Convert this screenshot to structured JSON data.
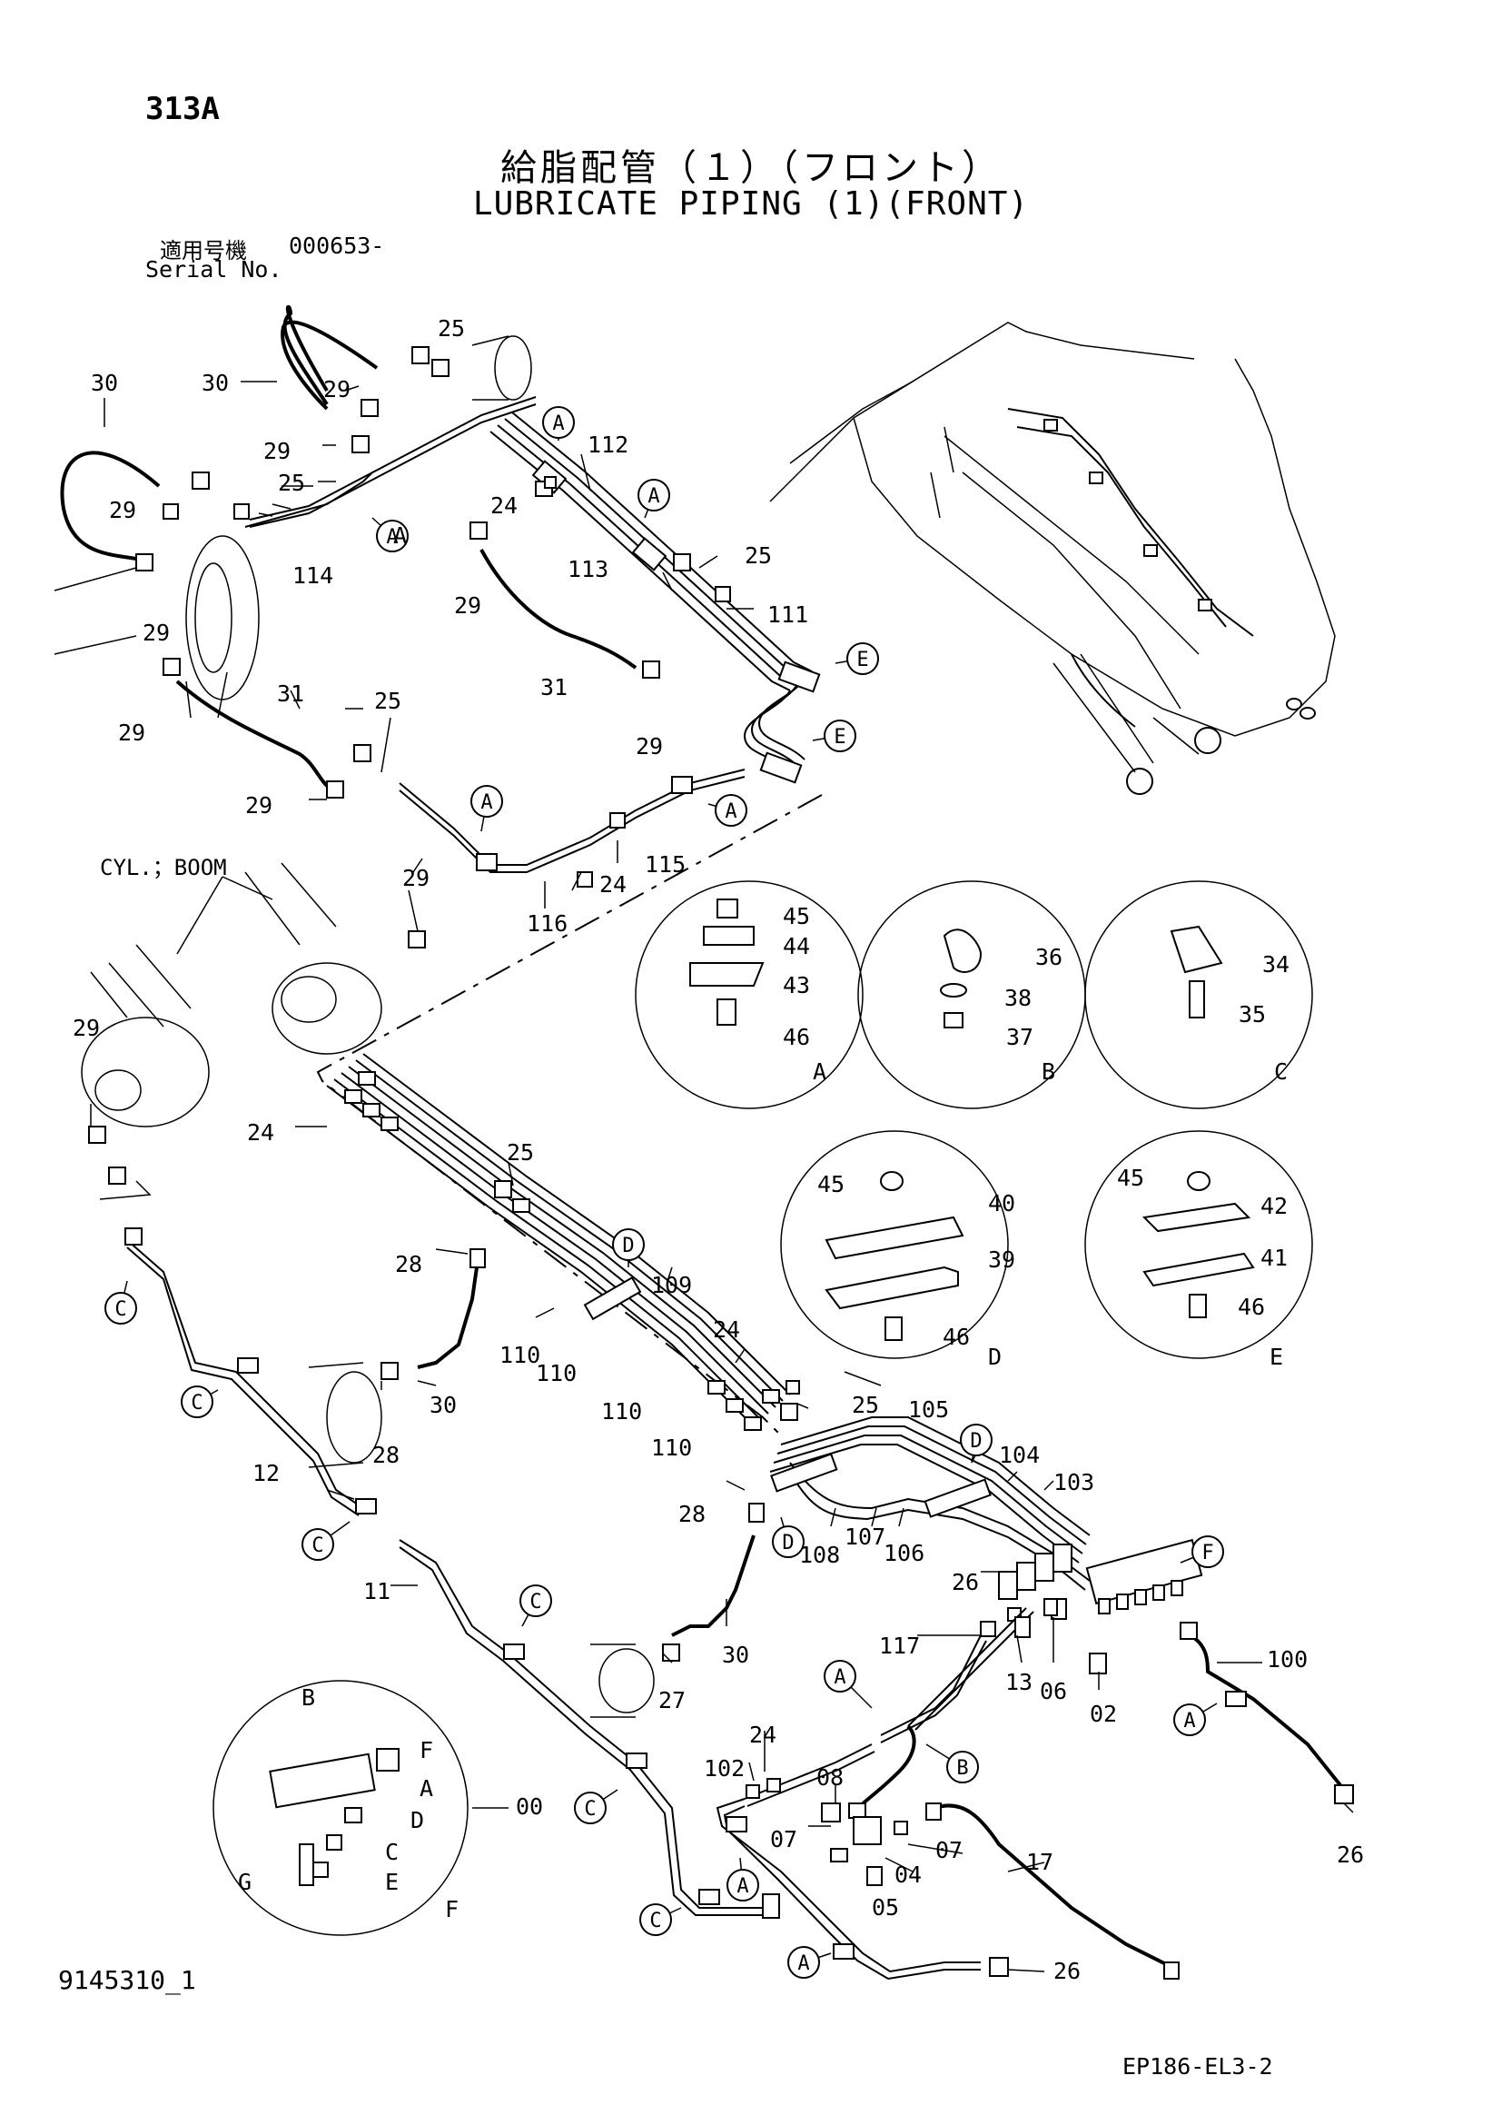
{
  "header": {
    "page_code": "313A",
    "title_jp": "給脂配管（１）（フロント）",
    "title_en": "LUBRICATE PIPING (1)(FRONT)",
    "serial_label_jp": "適用号機",
    "serial_value": "000653-",
    "serial_label_en": "Serial No."
  },
  "footer": {
    "doc_id": "9145310_1",
    "sheet_ref": "EP186-EL3-2"
  },
  "annotations": {
    "cyl_boom": "CYL.；BOOM"
  },
  "callouts": [
    {
      "id": "c1",
      "letter": "A"
    },
    {
      "id": "c2",
      "letter": "A"
    },
    {
      "id": "c3",
      "letter": "A"
    },
    {
      "id": "c4",
      "letter": "E"
    },
    {
      "id": "c5",
      "letter": "E"
    },
    {
      "id": "c6",
      "letter": "A"
    },
    {
      "id": "c7",
      "letter": "A"
    },
    {
      "id": "c8",
      "letter": "C"
    },
    {
      "id": "c9",
      "letter": "C"
    },
    {
      "id": "c10",
      "letter": "C"
    },
    {
      "id": "c11",
      "letter": "C"
    },
    {
      "id": "c12",
      "letter": "C"
    },
    {
      "id": "c13",
      "letter": "C"
    },
    {
      "id": "c14",
      "letter": "D"
    },
    {
      "id": "c15",
      "letter": "D"
    },
    {
      "id": "c16",
      "letter": "D"
    },
    {
      "id": "c17",
      "letter": "F"
    },
    {
      "id": "c18",
      "letter": "A"
    },
    {
      "id": "c19",
      "letter": "B"
    },
    {
      "id": "c20",
      "letter": "A"
    },
    {
      "id": "c21",
      "letter": "A"
    },
    {
      "id": "c22",
      "letter": "A"
    }
  ],
  "part_labels": [
    "30",
    "30",
    "25",
    "29",
    "29",
    "25",
    "29",
    "114",
    "A",
    "112",
    "24",
    "113",
    "25",
    "111",
    "29",
    "31",
    "29",
    "29",
    "29",
    "31",
    "25",
    "29",
    "115",
    "24",
    "116",
    "29",
    "29",
    "24",
    "25",
    "28",
    "30",
    "28",
    "110",
    "110",
    "109",
    "110",
    "110",
    "24",
    "25",
    "105",
    "104",
    "103",
    "28",
    "108",
    "107",
    "106",
    "26",
    "30",
    "27",
    "117",
    "13",
    "06",
    "02",
    "100",
    "26",
    "12",
    "11",
    "102",
    "24",
    "08",
    "07",
    "07",
    "04",
    "05",
    "17",
    "26"
  ],
  "details": {
    "A": {
      "caption": "A",
      "parts": [
        "45",
        "44",
        "43",
        "46"
      ]
    },
    "B": {
      "caption": "B",
      "parts": [
        "36",
        "38",
        "37"
      ]
    },
    "C": {
      "caption": "C",
      "parts": [
        "34",
        "35"
      ]
    },
    "D": {
      "caption": "D",
      "parts": [
        "45",
        "40",
        "39",
        "46"
      ]
    },
    "E": {
      "caption": "E",
      "parts": [
        "45",
        "42",
        "41",
        "46"
      ]
    },
    "F": {
      "caption": "F",
      "part": "00",
      "letters": [
        "B",
        "F",
        "A",
        "D",
        "C",
        "G",
        "E"
      ]
    }
  }
}
